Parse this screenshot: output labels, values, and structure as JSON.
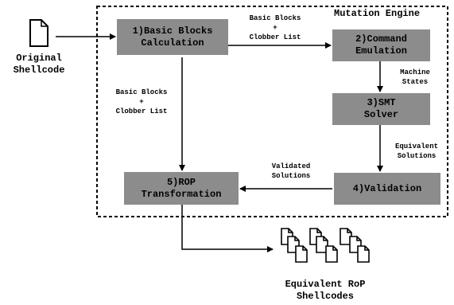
{
  "engine": {
    "title": "Mutation Engine"
  },
  "input": {
    "label": "Original\nShellcode"
  },
  "output": {
    "label": "Equivalent RoP\nShellcodes"
  },
  "steps": {
    "basic_blocks": "1)Basic Blocks\nCalculation",
    "command_emulation": "2)Command\nEmulation",
    "smt_solver": "3)SMT\nSolver",
    "validation": "4)Validation",
    "rop_transformation": "5)ROP\nTransformation"
  },
  "edges": {
    "bb_to_emulation": "Basic Blocks\n+\nClobber List",
    "emulation_to_smt": "Machine\nStates",
    "smt_to_validation": "Equivalent\nSolutions",
    "validation_to_rop": "Validated\nSolutions",
    "bb_to_rop": "Basic Blocks\n+\nClobber List"
  }
}
